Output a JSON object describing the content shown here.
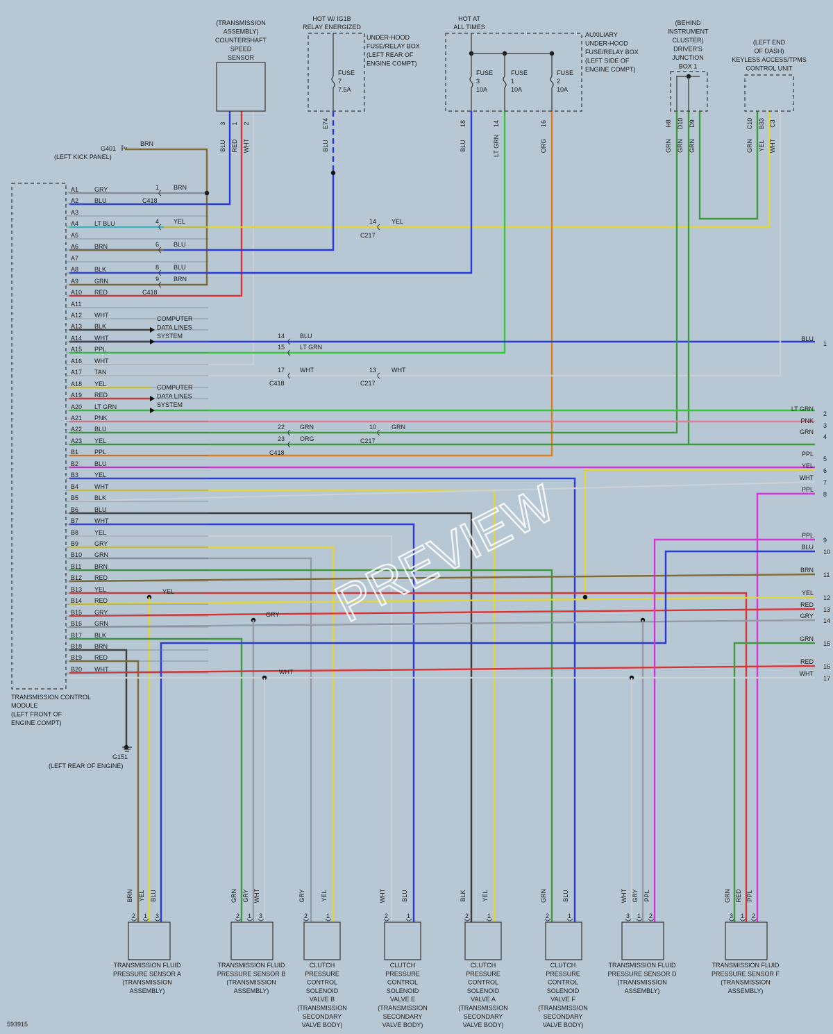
{
  "colors": {
    "BLU": "#2a3ad8",
    "RED": "#d93434",
    "WHT": "#c8d0d8",
    "GRN": "#3f9a3c",
    "LT GRN": "#36c83a",
    "YEL": "#e0d53a",
    "BRN": "#7f6a33",
    "BLK": "#3b3b3b",
    "GRY": "#939ba4",
    "PPL": "#d534d8",
    "ORG": "#e07e22",
    "PNK": "#e07e98",
    "LT BLU": "#3fcad8",
    "TAN": "#8a7c5a"
  },
  "tcm": {
    "name": "TRANSMISSION CONTROL",
    "sub": [
      "MODULE",
      "(LEFT FRONT OF",
      "ENGINE COMPT)"
    ]
  },
  "pins": [
    {
      "p": "A1",
      "c": "GRY"
    },
    {
      "p": "A2",
      "c": "BLU"
    },
    {
      "p": "A3",
      "c": ""
    },
    {
      "p": "A4",
      "c": "LT BLU"
    },
    {
      "p": "A5",
      "c": ""
    },
    {
      "p": "A6",
      "c": "BRN"
    },
    {
      "p": "A7",
      "c": ""
    },
    {
      "p": "A8",
      "c": "BLK"
    },
    {
      "p": "A9",
      "c": "GRN"
    },
    {
      "p": "A10",
      "c": "RED"
    },
    {
      "p": "A11",
      "c": ""
    },
    {
      "p": "A12",
      "c": "WHT"
    },
    {
      "p": "A13",
      "c": "BLK"
    },
    {
      "p": "A14",
      "c": "WHT"
    },
    {
      "p": "A15",
      "c": "PPL"
    },
    {
      "p": "A16",
      "c": "WHT"
    },
    {
      "p": "A17",
      "c": "TAN"
    },
    {
      "p": "A18",
      "c": "YEL"
    },
    {
      "p": "A19",
      "c": "RED"
    },
    {
      "p": "A20",
      "c": "LT GRN"
    },
    {
      "p": "A21",
      "c": "PNK"
    },
    {
      "p": "A22",
      "c": "BLU"
    },
    {
      "p": "A23",
      "c": "YEL"
    },
    {
      "p": "B1",
      "c": "PPL"
    },
    {
      "p": "B2",
      "c": "BLU"
    },
    {
      "p": "B3",
      "c": "YEL"
    },
    {
      "p": "B4",
      "c": "WHT"
    },
    {
      "p": "B5",
      "c": "BLK"
    },
    {
      "p": "B6",
      "c": "BLU"
    },
    {
      "p": "B7",
      "c": "WHT"
    },
    {
      "p": "B8",
      "c": "YEL"
    },
    {
      "p": "B9",
      "c": "GRY"
    },
    {
      "p": "B10",
      "c": "GRN"
    },
    {
      "p": "B11",
      "c": "BRN"
    },
    {
      "p": "B12",
      "c": "RED"
    },
    {
      "p": "B13",
      "c": "YEL"
    },
    {
      "p": "B14",
      "c": "RED"
    },
    {
      "p": "B15",
      "c": "GRY"
    },
    {
      "p": "B16",
      "c": "GRN"
    },
    {
      "p": "B17",
      "c": "BLK"
    },
    {
      "p": "B18",
      "c": "BRN"
    },
    {
      "p": "B19",
      "c": "RED"
    },
    {
      "p": "B20",
      "c": "WHT"
    }
  ],
  "data_lines": "COMPUTER\nDATA LINES\nSYSTEM",
  "top_components": {
    "speed_sensor": "(TRANSMISSION\nASSEMBLY)\nCOUNTERSHAFT\nSPEED\nSENSOR",
    "ig1b": "HOT W/ IG1B\nRELAY ENERGIZED",
    "under_hood_box": "UNDER-HOOD\nFUSE/RELAY BOX\n(LEFT REAR OF\nENGINE COMPT)",
    "fuse7": "FUSE\n7\n7.5A",
    "hot_all": "HOT AT\nALL TIMES",
    "fuse3": "FUSE\n3\n10A",
    "fuse1": "FUSE\n1\n10A",
    "fuse2": "FUSE\n2\n10A",
    "aux_box": "AUXILIARY\nUNDER-HOOD\nFUSE/RELAY BOX\n(LEFT SIDE OF\nENGINE COMPT)",
    "junction": "(BEHIND\nINSTRUMENT\nCLUSTER)\nDRIVER'S\nJUNCTION\nBOX 1",
    "keyless": "(LEFT END\nOF DASH)\nKEYLESS ACCESS/TPMS\nCONTROL UNIT"
  },
  "grounds": {
    "g401": "G401",
    "g401_loc": "(LEFT KICK PANEL)",
    "g151": "G151",
    "g151_loc": "(LEFT REAR OF ENGINE)"
  },
  "bottom_components": [
    "TRANSMISSION FLUID\nPRESSURE SENSOR A\n(TRANSMISSION\nASSEMBLY)",
    "TRANSMISSION FLUID\nPRESSURE SENSOR B\n(TRANSMISSION\nASSEMBLY)",
    "CLUTCH\nPRESSURE\nCONTROL\nSOLENOID\nVALVE B\n(TRANSMISSION\nSECONDARY\nVALVE BODY)",
    "CLUTCH\nPRESSURE\nCONTROL\nSOLENOID\nVALVE E\n(TRANSMISSION\nSECONDARY\nVALVE BODY)",
    "CLUTCH\nPRESSURE\nCONTROL\nSOLENOID\nVALVE A\n(TRANSMISSION\nSECONDARY\nVALVE BODY)",
    "CLUTCH\nPRESSURE\nCONTROL\nSOLENOID\nVALVE F\n(TRANSMISSION\nSECONDARY\nVALVE BODY)",
    "TRANSMISSION FLUID\nPRESSURE SENSOR D\n(TRANSMISSION\nASSEMBLY)",
    "TRANSMISSION FLUID\nPRESSURE SENSOR F\n(TRANSMISSION\nASSEMBLY)"
  ],
  "connectors": {
    "c418": "C418",
    "c217": "C217",
    "e74": "E74",
    "h8": "H8",
    "d10": "D10",
    "d9": "D9",
    "c10": "C10",
    "b33": "B33",
    "c3": "C3"
  },
  "right_refs": [
    {
      "n": "1",
      "c": "BLU"
    },
    {
      "n": "2",
      "c": "LT GRN"
    },
    {
      "n": "3",
      "c": "PNK"
    },
    {
      "n": "4",
      "c": "GRN"
    },
    {
      "n": "5",
      "c": "PPL"
    },
    {
      "n": "6",
      "c": "YEL"
    },
    {
      "n": "7",
      "c": "WHT"
    },
    {
      "n": "8",
      "c": "PPL"
    },
    {
      "n": "9",
      "c": "PPL"
    },
    {
      "n": "10",
      "c": "BLU"
    },
    {
      "n": "11",
      "c": "BRN"
    },
    {
      "n": "12",
      "c": "YEL"
    },
    {
      "n": "13",
      "c": "RED"
    },
    {
      "n": "14",
      "c": "GRY"
    },
    {
      "n": "15",
      "c": "GRN"
    },
    {
      "n": "16",
      "c": "RED"
    },
    {
      "n": "17",
      "c": "WHT"
    }
  ],
  "figure_id": "593915",
  "watermark": "PREVIEW"
}
